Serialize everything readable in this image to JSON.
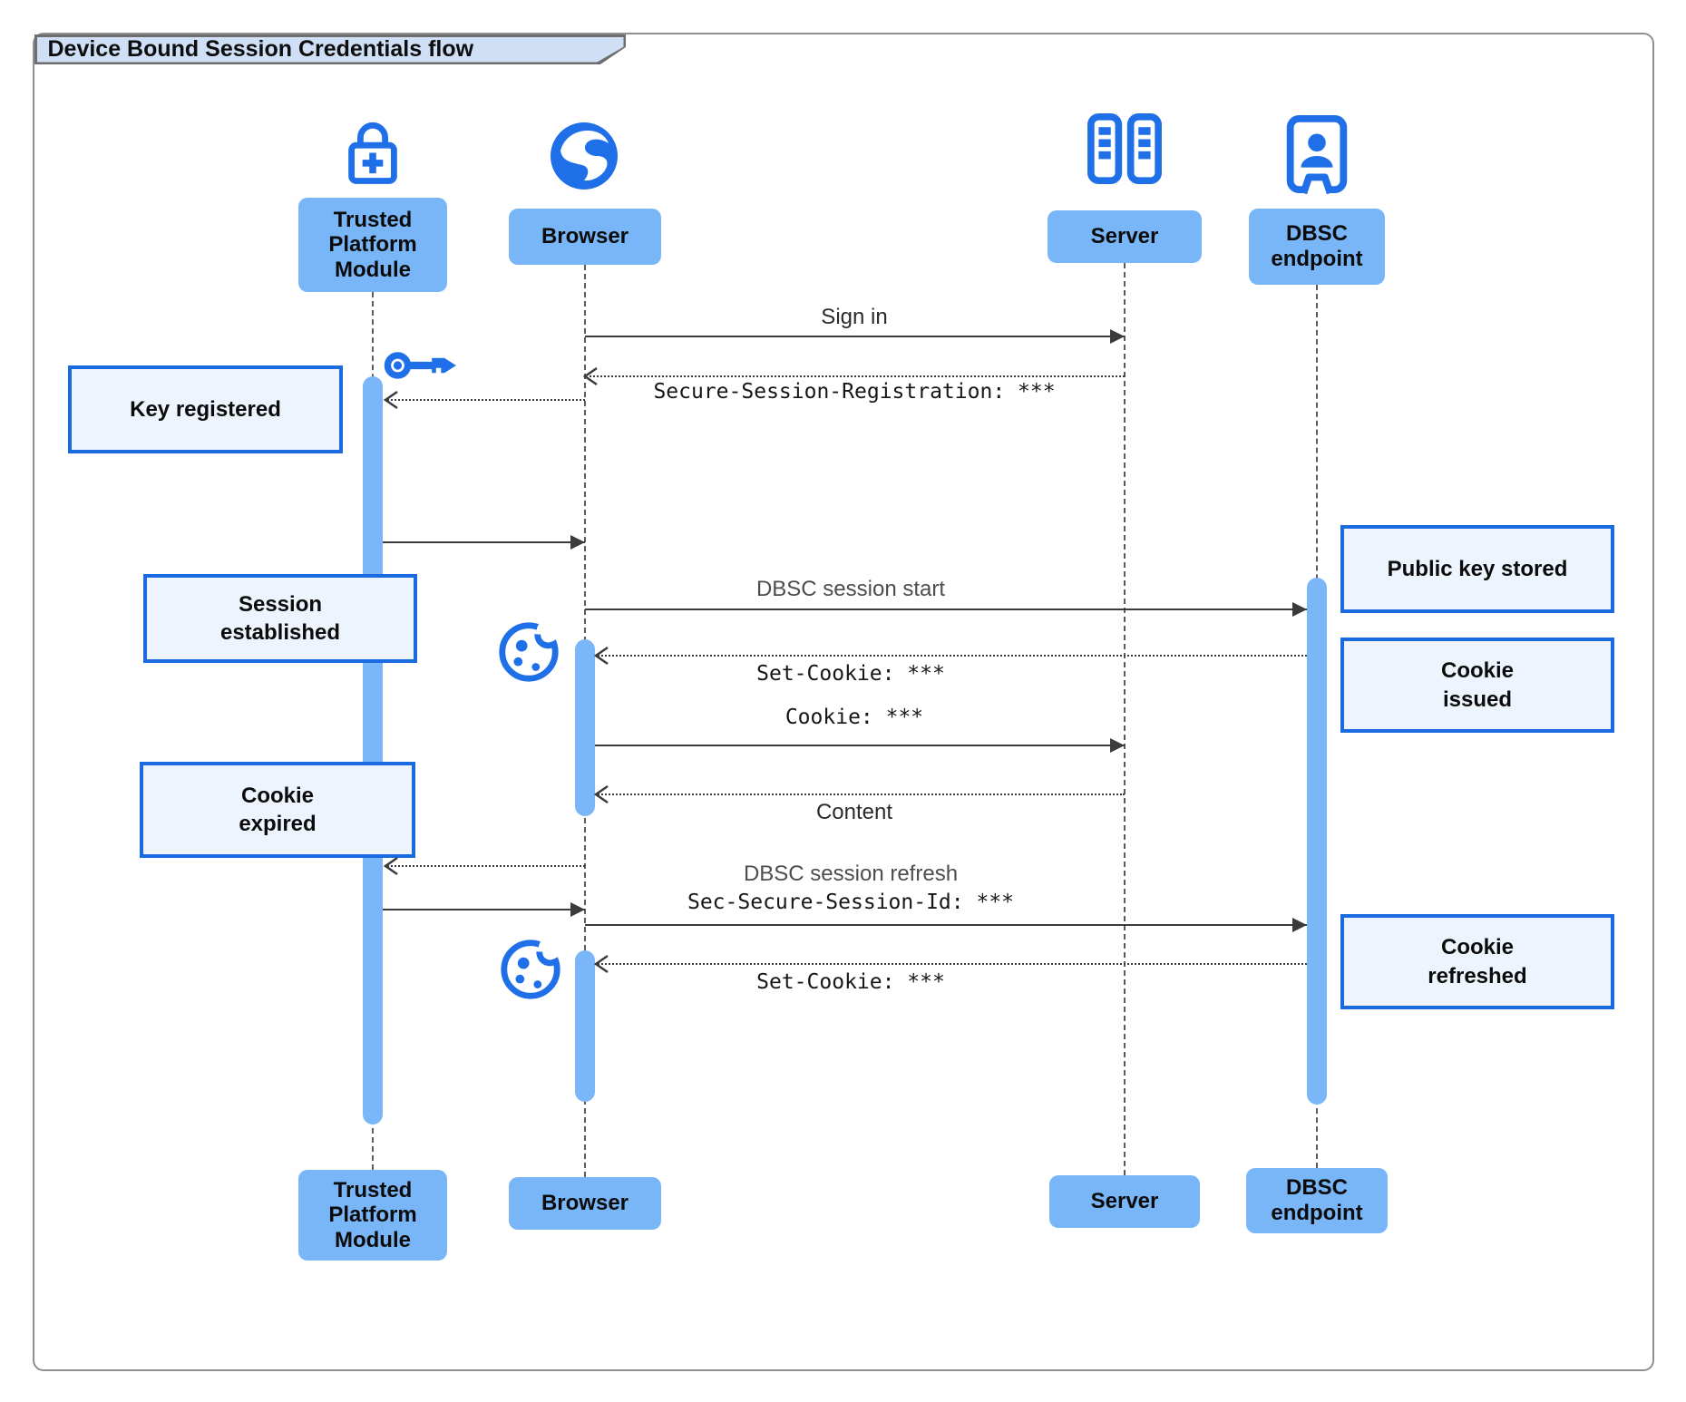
{
  "title": "Device Bound Session Credentials flow",
  "colors": {
    "accent": "#1e6fe8",
    "participant_fill": "#79b6f8",
    "bar_fill": "#7ab6f8",
    "note_fill": "#edf4fd",
    "note_border": "#1a6ae0",
    "title_fill": "#cfdff5"
  },
  "participants": [
    {
      "id": "tpm",
      "label": "Trusted\nPlatform\nModule",
      "icon": "lock-plus-icon"
    },
    {
      "id": "browser",
      "label": "Browser",
      "icon": "globe-icon"
    },
    {
      "id": "server",
      "label": "Server",
      "icon": "server-rack-icon"
    },
    {
      "id": "dbsc",
      "label": "DBSC\nendpoint",
      "icon": "doorway-person-icon"
    }
  ],
  "messages": [
    {
      "from": "browser",
      "to": "server",
      "label": "Sign in",
      "style": "solid",
      "font": "sans"
    },
    {
      "from": "server",
      "to": "browser",
      "label": "Secure-Session-Registration: ***",
      "style": "dotted",
      "font": "mono"
    },
    {
      "from": "browser",
      "to": "tpm",
      "label": "",
      "style": "dotted"
    },
    {
      "from": "tpm",
      "to": "browser",
      "label": "",
      "style": "solid"
    },
    {
      "from": "browser",
      "to": "dbsc",
      "label": "DBSC session start",
      "style": "solid",
      "font": "sans"
    },
    {
      "from": "dbsc",
      "to": "browser",
      "label": "Set-Cookie: ***",
      "style": "dotted",
      "font": "mono"
    },
    {
      "from": "browser",
      "to": "server",
      "label": "Cookie: ***",
      "style": "solid",
      "font": "mono"
    },
    {
      "from": "server",
      "to": "browser",
      "label": "Content",
      "style": "dotted",
      "font": "sans"
    },
    {
      "from": "browser",
      "to": "tpm",
      "label": "",
      "style": "dotted"
    },
    {
      "from": "tpm",
      "to": "browser",
      "label": "",
      "style": "solid"
    },
    {
      "from": "browser",
      "to": "dbsc",
      "label": "DBSC session refresh",
      "label2": "Sec-Secure-Session-Id: ***",
      "style": "solid",
      "font": "sans+mono"
    },
    {
      "from": "dbsc",
      "to": "browser",
      "label": "Set-Cookie: ***",
      "style": "dotted",
      "font": "mono"
    }
  ],
  "notes": [
    {
      "side": "left",
      "text": "Key registered"
    },
    {
      "side": "left",
      "text": "Session\nestablished"
    },
    {
      "side": "left",
      "text": "Cookie\nexpired"
    },
    {
      "side": "right",
      "text": "Public key stored"
    },
    {
      "side": "right",
      "text": "Cookie\nissued"
    },
    {
      "side": "right",
      "text": "Cookie\nrefreshed"
    }
  ],
  "decorations": [
    {
      "icon": "key-icon"
    },
    {
      "icon": "cookie-icon"
    },
    {
      "icon": "cookie-icon"
    }
  ]
}
